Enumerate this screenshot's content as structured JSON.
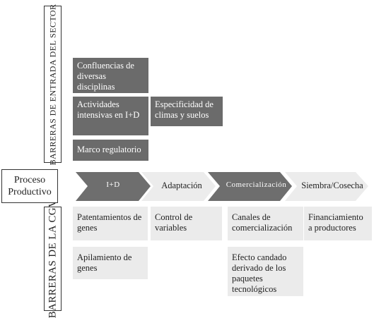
{
  "left_labels": {
    "top": "Barreras de entrada del sector",
    "bottom": "Barreras de la CGV"
  },
  "proceso": "Proceso Productivo",
  "stages": [
    "I+D",
    "Adaptación",
    "Comercialización",
    "Siembra/Cosecha"
  ],
  "entry_barriers": [
    "Confluencias de diversas disciplinas",
    "Actividades intensivas en I+D",
    "Marco regulatorio",
    "Especificidad de climas y suelos"
  ],
  "cgv_barriers": [
    "Patentamientos de genes",
    "Apilamiento de genes",
    "Control de variables",
    "Canales de comercialización",
    "Efecto candado derivado de los paquetes tecnológicos",
    "Financiamiento a productores"
  ],
  "colors": {
    "dark_box": "#6b6b6b",
    "light_box": "#ebebeb",
    "arrow_dark": "#6e6e6e",
    "arrow_light": "#ececec"
  }
}
